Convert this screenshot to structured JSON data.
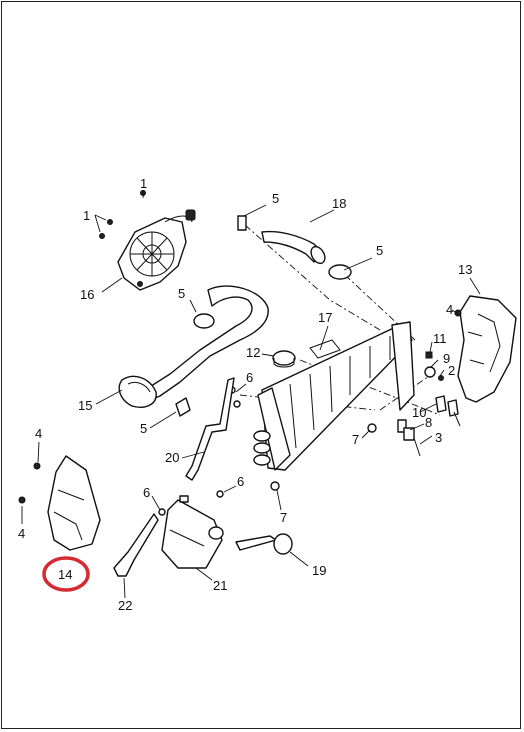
{
  "diagram": {
    "highlight_color": "#d42a32",
    "line_color": "#111111",
    "callouts": {
      "c1a": "1",
      "c1b": "1",
      "c5a": "5",
      "c18": "18",
      "c5b": "5",
      "c16": "16",
      "c13": "13",
      "c5c": "5",
      "c4a": "4",
      "c17": "17",
      "c12": "12",
      "c11": "11",
      "c9": "9",
      "c2": "2",
      "c6a": "6",
      "c15": "15",
      "c10": "10",
      "c8": "8",
      "c5d": "5",
      "c3": "3",
      "c7a": "7",
      "c4b": "4",
      "c20": "20",
      "c6b": "6",
      "c6c": "6",
      "c7b": "7",
      "c4c": "4",
      "c14": "14",
      "c19": "19",
      "c21": "21",
      "c22": "22"
    }
  }
}
